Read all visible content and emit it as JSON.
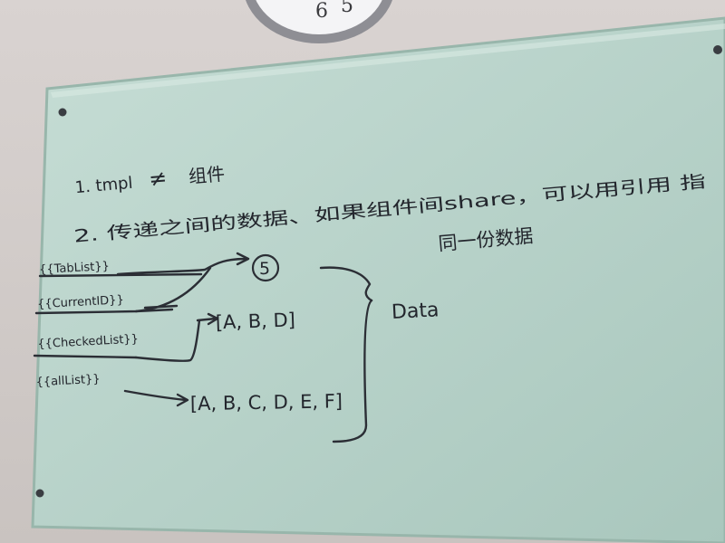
{
  "clock": {
    "visible_numerals": [
      "6",
      "5"
    ]
  },
  "whiteboard": {
    "lines": {
      "line1_prefix": "1. tmpl",
      "line1_symbol": "≠",
      "line1_rest": "组件",
      "line2": "2. 传递之间的数据、如果组件间share，可以用引用 指",
      "line3": "同一份数据"
    },
    "template_vars": [
      "{{TabList}}",
      "{{CurrentID}}",
      "{{CheckedList}}",
      "{{allList}}"
    ],
    "values": {
      "circled": "5",
      "checked": "[A, B, D]",
      "all": "[A, B, C, D, E, F]"
    },
    "data_label": "Data"
  },
  "colors": {
    "board_glass": "#b9d4cb",
    "board_edge": "#9fbfb4",
    "marker_ink": "#23262d",
    "wall": "#d2ccc9"
  }
}
